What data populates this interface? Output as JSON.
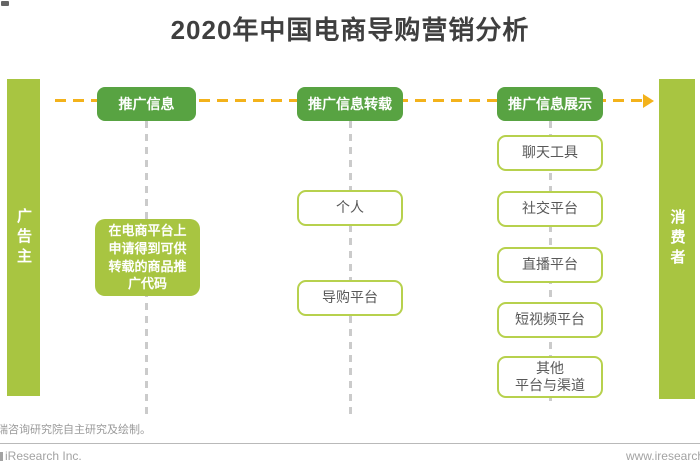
{
  "title": "2020年中国电商导购营销分析",
  "actors": {
    "left": "广告主",
    "right": "消费者"
  },
  "columns": [
    {
      "header": "推广信息",
      "filled_box": "在电商平台上申请得到可供转载的商品推广代码"
    },
    {
      "header": "推广信息转载",
      "boxes": [
        "个人",
        "导购平台"
      ]
    },
    {
      "header": "推广信息展示",
      "boxes": [
        "聊天工具",
        "社交平台",
        "直播平台",
        "短视频平台",
        "其他\n平台与渠道"
      ]
    }
  ],
  "footer": {
    "note": "瑞咨询研究院自主研究及绘制。",
    "company": "iResearch Inc.",
    "website": "www.iresearch"
  },
  "colors": {
    "header_green": "#58a342",
    "light_green": "#a8c541",
    "box_border_green": "#b7d14d",
    "arrow_yellow": "#f3b21b",
    "dash_gray": "#cbcbcb",
    "title_gray": "#3f3f3f"
  }
}
